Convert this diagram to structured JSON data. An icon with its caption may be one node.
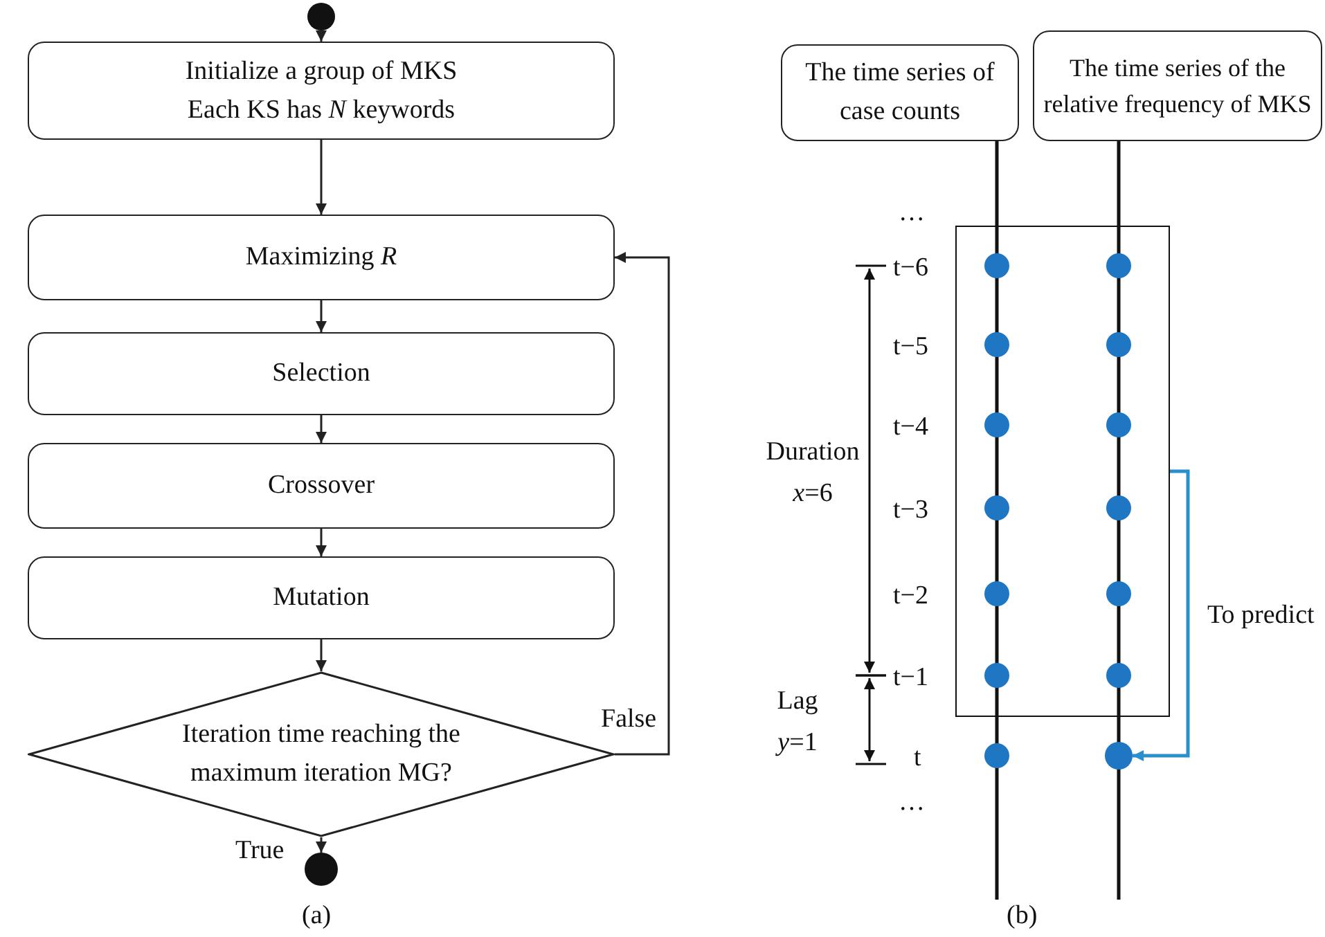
{
  "diagram": {
    "nodes": [
      {
        "text": [],
        "shape": "circle"
      },
      {
        "text": [
          "Initialize a group of MKS Each KS has *N* keywords"
        ]
      },
      {
        "text": [
          "Maximizing *R*"
        ]
      },
      {
        "text": [
          "Selection"
        ]
      },
      {
        "text": [
          "Crossover"
        ]
      },
      {
        "text": [
          "Mutation"
        ]
      },
      {
        "text": [
          "Iteration time reaching the maximum iteration MG?"
        ]
      },
      {
        "text": [],
        "shape": "circle"
      },
      {
        "text": [
          "The time series of case counts"
        ]
      },
      {
        "text": [
          "The time series of the relative frequency of MKS"
        ]
      },
      {
        "text": [],
        "shape": "box"
      },
      {
        "text": [],
        "shape": "circle"
      }
    ],
    "edges": [
      {
        "from": 0,
        "to": 1,
        "arrow": "to"
      },
      {
        "from": 1,
        "to": 2,
        "arrow": "to"
      },
      {
        "from": 2,
        "to": 3,
        "arrow": "to"
      },
      {
        "from": 3,
        "to": 4,
        "arrow": "to"
      },
      {
        "from": 4,
        "to": 5,
        "arrow": "to"
      },
      {
        "from": 5,
        "to": 6,
        "arrow": "to"
      },
      {
        "from": 6,
        "to": 2,
        "arrow": "to",
        "label": "False"
      },
      {
        "from": 6,
        "to": 7,
        "arrow": "to",
        "label": "True"
      },
      {
        "from": 10,
        "to": 11,
        "arrow": "to",
        "label": "To predict",
        "color": "#2b8fce"
      }
    ],
    "labels": [
      "…",
      "t−6",
      "t−5",
      "t−4",
      "t−3",
      "t−2",
      "t−1",
      "t",
      "…",
      "Duration *x*=6",
      "Lag *y*=1",
      "(a)",
      "(b)"
    ]
  }
}
